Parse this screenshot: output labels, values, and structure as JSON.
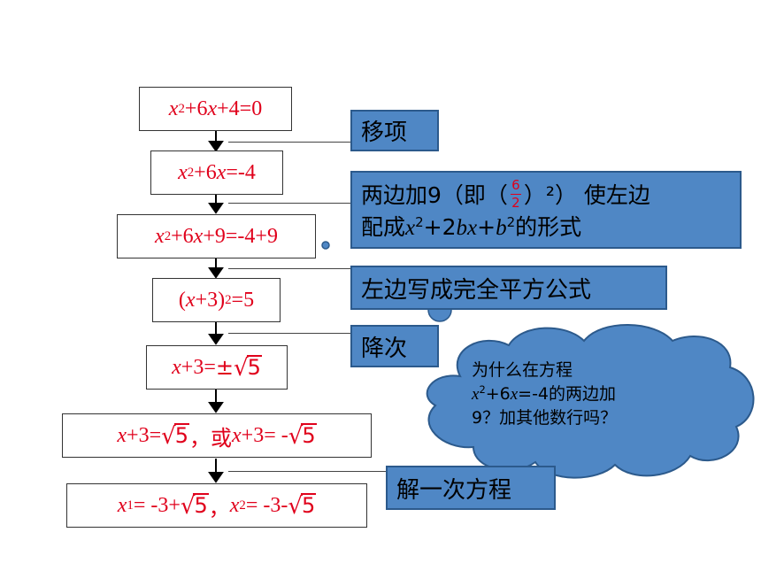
{
  "steps": [
    {
      "id": 1,
      "text": "x²+6x+4=0"
    },
    {
      "id": 2,
      "text": "x²+6x=-4"
    },
    {
      "id": 3,
      "text": "x²+6x+9=-4+9"
    },
    {
      "id": 4,
      "text": "(x+3)²=5"
    },
    {
      "id": 5,
      "text": "x+3=±√5"
    },
    {
      "id": 6,
      "text": "x+3=√5，或x+3= -√5"
    },
    {
      "id": 7,
      "text": "x₁= -3+√5，x₂= -3-√5"
    }
  ],
  "glyphs": {
    "x": "x",
    "plus": "+",
    "minus": "-",
    "eq": "=",
    "pm": "±",
    "sq": "2",
    "six": "6",
    "four": "4",
    "nine": "9",
    "three": "3",
    "five": "5",
    "zero": "0",
    "sub1": "1",
    "sub2": "2",
    "lparen": "(",
    "rparen": ")",
    "radical": "√",
    "comma": "，",
    "or": "或",
    "b": "b"
  },
  "notes": {
    "move_term": "移项",
    "add_nine_line1_a": "两边加9（即（",
    "add_nine_line1_b": "）²） 使左边",
    "add_nine_line2_a": "配成",
    "add_nine_line2_b": "的形式",
    "frac_num": "6",
    "frac_den": "2",
    "perfect_square": "左边写成完全平方公式",
    "reduce_degree": "降次",
    "solve_linear": "解一次方程"
  },
  "cloud": {
    "line1": "为什么在方程",
    "line2_b": "的两边加",
    "line3": "9？加其他数行吗？"
  },
  "colors": {
    "equation_red": "#e0001b",
    "note_blue": "#4f87c5",
    "cloud_blue": "#4f87c5"
  }
}
